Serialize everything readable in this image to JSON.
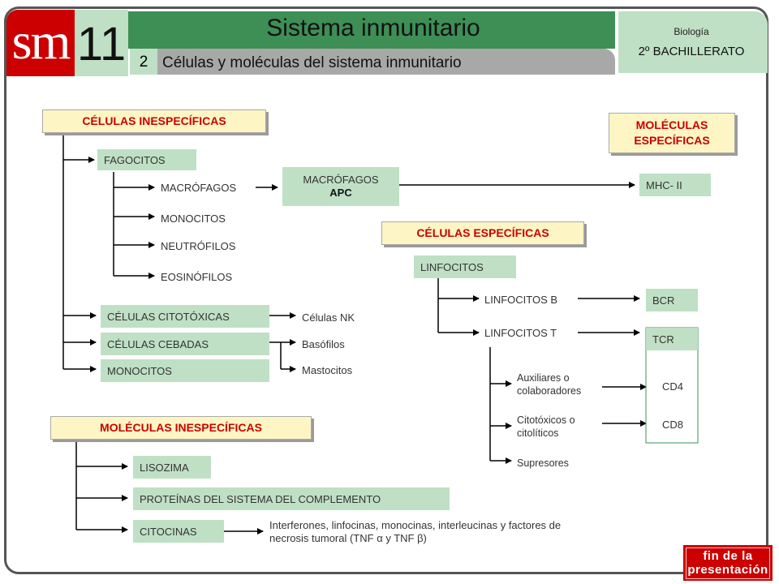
{
  "header": {
    "logo": "sm",
    "unit_number": "11",
    "title": "Sistema inmunitario",
    "section_number": "2",
    "section_title": "Células y moléculas del sistema inmunitario",
    "subject": "Biología",
    "course": "2º BACHILLERATO"
  },
  "headings": {
    "celulas_inespecificas": "CÉLULAS INESPECÍFICAS",
    "moleculas_especificas_1": "MOLÉCULAS",
    "moleculas_especificas_2": "ESPECÍFICAS",
    "celulas_especificas": "CÉLULAS ESPECÍFICAS",
    "moleculas_inespecificas": "MOLÉCULAS INESPECÍFICAS"
  },
  "nonspecific_cells": {
    "fagocitos": "FAGOCITOS",
    "macrofagos": "MACRÓFAGOS",
    "monocitos_sub": "MONOCITOS",
    "neutrofilos": "NEUTRÓFILOS",
    "eosinofilos": "EOSINÓFILOS",
    "macrofagos_apc_1": "MACRÓFAGOS",
    "macrofagos_apc_2": "APC",
    "citotoxicas": "CÉLULAS CITOTÓXICAS",
    "cebadas": "CÉLULAS CEBADAS",
    "monocitos": "MONOCITOS",
    "celulas_nk": "Células NK",
    "basofilos": "Basófilos",
    "mastocitos": "Mastocitos"
  },
  "specific_molecules": {
    "mhc": "MHC- II",
    "bcr": "BCR",
    "tcr": "TCR",
    "cd4": "CD4",
    "cd8": "CD8"
  },
  "specific_cells": {
    "linfocitos": "LINFOCITOS",
    "linfocitos_b": "LINFOCITOS B",
    "linfocitos_t": "LINFOCITOS T",
    "auxiliares_1": "Auxiliares o",
    "auxiliares_2": "colaboradores",
    "citotoxicos_1": "Citotóxicos o",
    "citotoxicos_2": "citolíticos",
    "supresores": "Supresores"
  },
  "nonspecific_molecules": {
    "lisozima": "LISOZIMA",
    "complemento": "PROTEÍNAS DEL SISTEMA DEL COMPLEMENTO",
    "citocinas": "CITOCINAS",
    "citocinas_desc_1": "Interferones, linfocinas, monocinas, interleucinas y factores de",
    "citocinas_desc_2": "necrosis tumoral (TNF α y TNF β)"
  },
  "footer": {
    "line1": "fin de la",
    "line2": "presentación"
  }
}
